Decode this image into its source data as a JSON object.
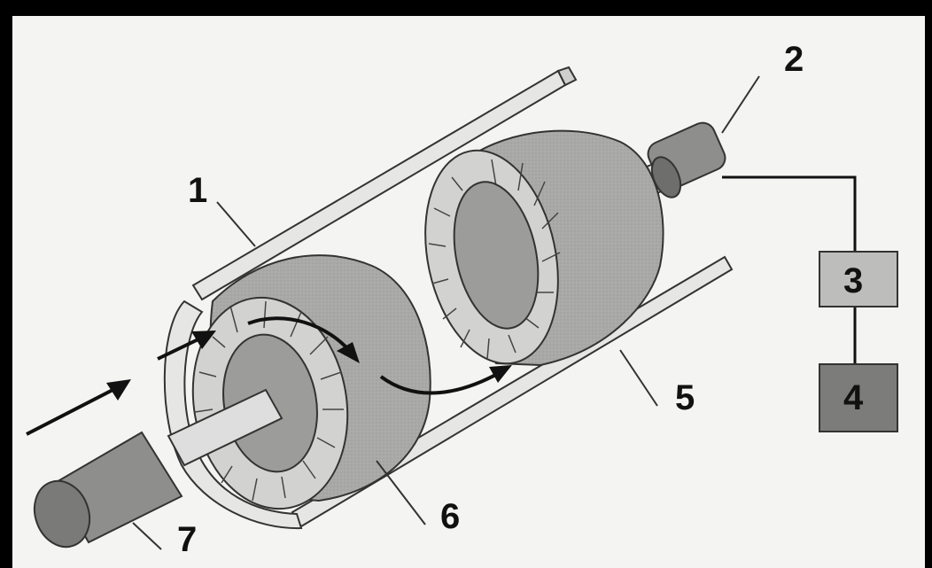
{
  "diagram": {
    "part_labels": {
      "p1": "1",
      "p2": "2",
      "p3": "3",
      "p4": "4",
      "p5": "5",
      "p6": "6",
      "p7": "7"
    },
    "colors": {
      "background": "#f4f4f2",
      "housing": "#d9d9d7",
      "disc_body": "#a9a9a7",
      "disc_face": "#c6c6c4",
      "blade": "#e2e2e0",
      "hub": "#9c9c9a",
      "box3": "#bdbdbb",
      "box4": "#7c7c7a",
      "line": "#111111"
    }
  }
}
